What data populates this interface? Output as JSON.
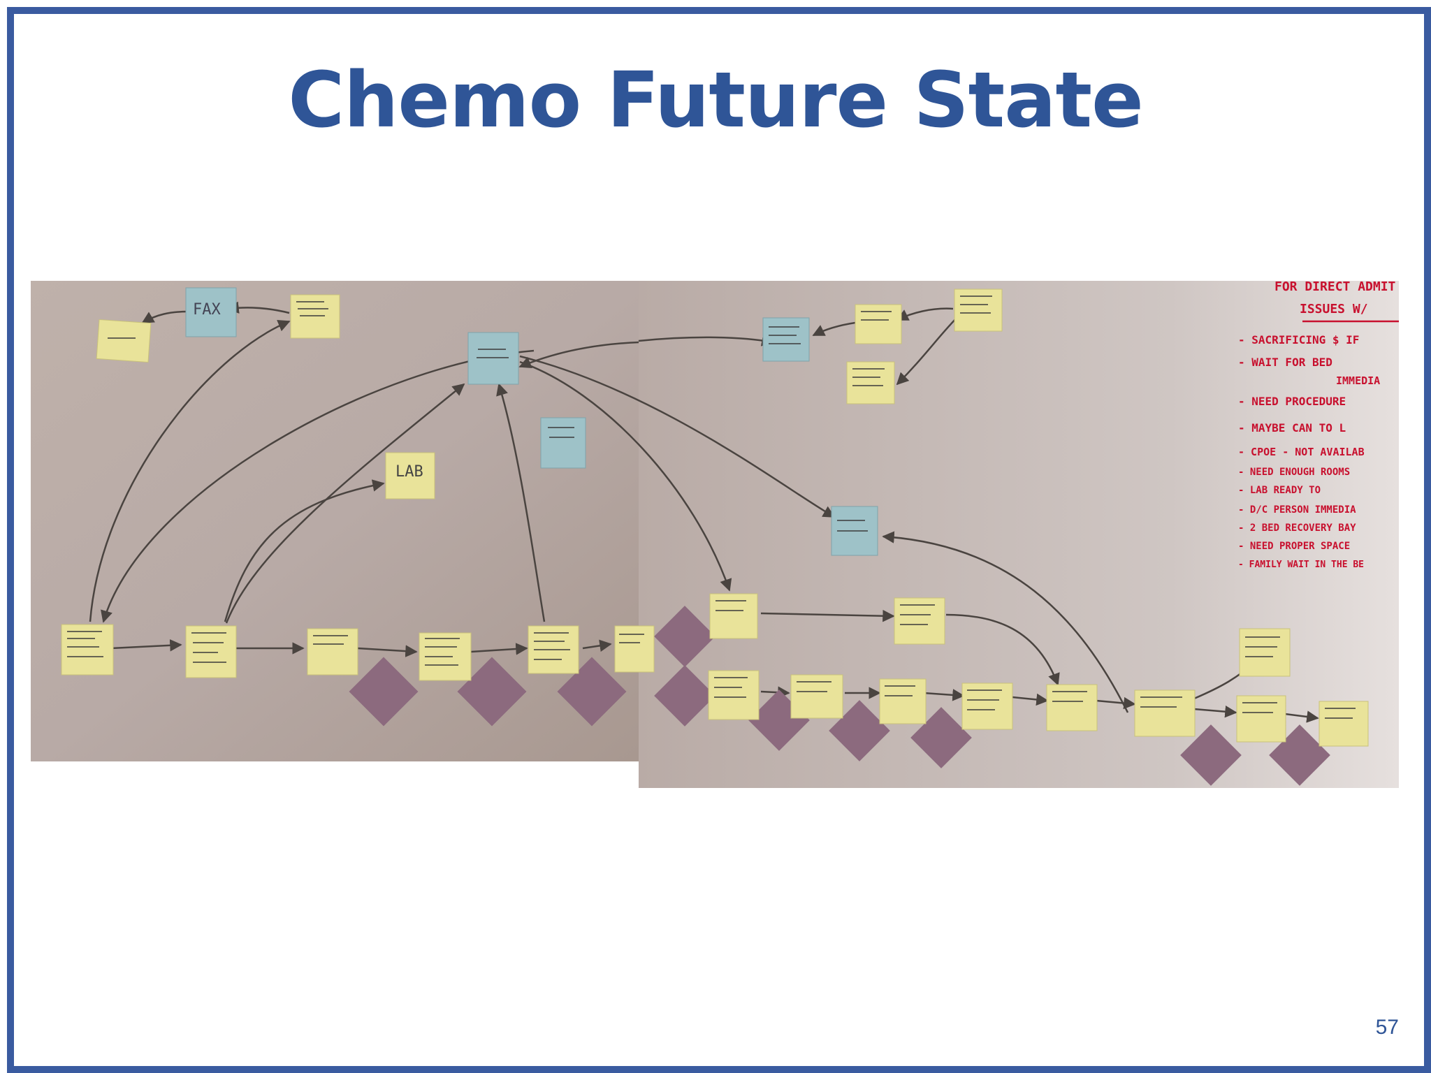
{
  "slide": {
    "title": "Chemo Future State",
    "page_number": "57"
  },
  "photo": {
    "notes_left": [
      {
        "text": "FAX",
        "color": "blue"
      },
      {
        "text": "LAB",
        "color": "yellow"
      }
    ],
    "red_notes": [
      "FOR DIRECT ADMIT",
      "ISSUES W/",
      "- SACRIFICING $ IF",
      "- WAIT FOR BED",
      "IMMEDIA",
      "- NEED PROCEDURE",
      "- MAYBE CAN TO L",
      "- CPOE - NOT AVAILAB",
      "- NEED ENOUGH ROOMS",
      "- LAB READY TO",
      "- D/C PERSON IMMEDIA",
      "- 2 BED RECOVERY BAY",
      "- NEED PROPER SPACE",
      "- FAMILY WAIT IN THE BE"
    ],
    "colors": {
      "wall": "#b6a8a2",
      "yellow_note": "#e9e39a",
      "blue_note": "#9ec2c8",
      "purple_note": "#8c6a7e",
      "red_ink": "#c8102e",
      "frame_blue": "#3a5ba0"
    }
  }
}
